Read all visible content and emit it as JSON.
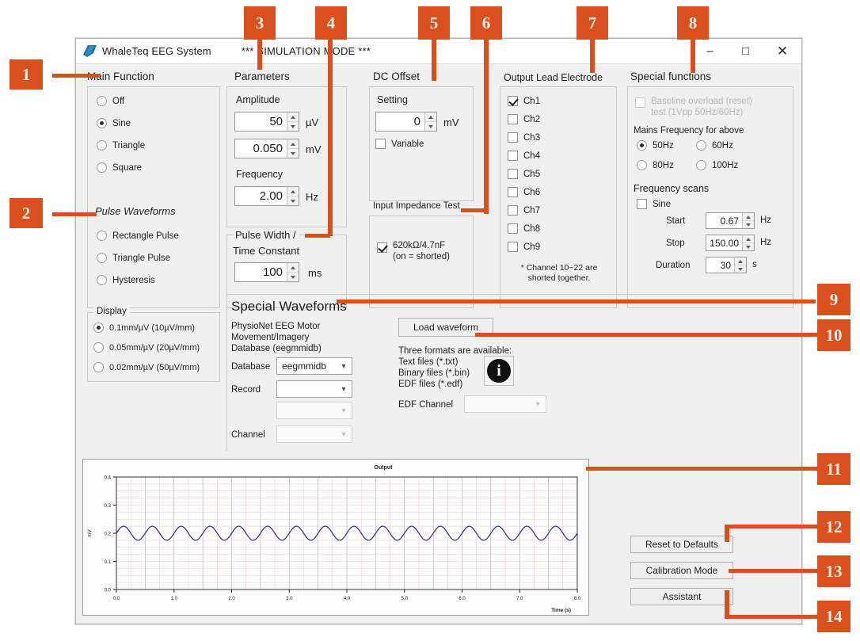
{
  "window": {
    "title": "WhaleTeq EEG System",
    "simulation_banner": "*** SIMULATION MODE ***",
    "minimize": "–",
    "maximize": "□",
    "close": "✕"
  },
  "accent_color": "#d9501e",
  "main_function": {
    "label": "Main Function",
    "options": [
      {
        "label": "Off",
        "selected": false
      },
      {
        "label": "Sine",
        "selected": true
      },
      {
        "label": "Triangle",
        "selected": false
      },
      {
        "label": "Square",
        "selected": false
      }
    ],
    "pulse_heading": "Pulse Waveforms",
    "pulse_options": [
      {
        "label": "Rectangle Pulse",
        "selected": false
      },
      {
        "label": "Triangle Pulse",
        "selected": false
      },
      {
        "label": "Hysteresis",
        "selected": false
      }
    ]
  },
  "display": {
    "label": "Display",
    "options": [
      {
        "label": "0.1mm/µV  (10µV/mm)",
        "selected": true
      },
      {
        "label": "0.05mm/µV (20µV/mm)",
        "selected": false
      },
      {
        "label": "0.02mm/µV (50µV/mm)",
        "selected": false
      }
    ]
  },
  "parameters": {
    "label": "Parameters",
    "amplitude_label": "Amplitude",
    "amplitude_uv": "50",
    "amplitude_uv_unit": "µV",
    "amplitude_mv": "0.050",
    "amplitude_mv_unit": "mV",
    "frequency_label": "Frequency",
    "frequency": "2.00",
    "frequency_unit": "Hz",
    "pulse_width_label_line1": "Pulse Width /",
    "pulse_width_label_line2": "Time Constant",
    "pulse_width": "100",
    "pulse_width_unit": "ms"
  },
  "dc_offset": {
    "label": "DC Offset",
    "setting_label": "Setting",
    "setting_value": "0",
    "setting_unit": "mV",
    "variable_label": "Variable",
    "variable_checked": false,
    "impedance_label": "Input Impedance Test",
    "impedance_option_line1": "620kΩ/4.7nF",
    "impedance_option_line2": "(on = shorted)",
    "impedance_checked": true
  },
  "output_lead": {
    "label": "Output Lead Electrode",
    "channels": [
      {
        "label": "Ch1",
        "checked": true
      },
      {
        "label": "Ch2",
        "checked": false
      },
      {
        "label": "Ch3",
        "checked": false
      },
      {
        "label": "Ch4",
        "checked": false
      },
      {
        "label": "Ch5",
        "checked": false
      },
      {
        "label": "Ch6",
        "checked": false
      },
      {
        "label": "Ch7",
        "checked": false
      },
      {
        "label": "Ch8",
        "checked": false
      },
      {
        "label": "Ch9",
        "checked": false
      }
    ],
    "note_line1": "* Channel 10~22 are",
    "note_line2": "shorted together."
  },
  "special_functions": {
    "label": "Special functions",
    "baseline_line1": "Baseline overload (reset)",
    "baseline_line2": "test (1Vpp 50Hz/60Hz)",
    "baseline_checked": false,
    "mains_label": "Mains Frequency for above",
    "mains_options": [
      {
        "label": "50Hz",
        "selected": true
      },
      {
        "label": "60Hz",
        "selected": false
      },
      {
        "label": "80Hz",
        "selected": false
      },
      {
        "label": "100Hz",
        "selected": false
      }
    ],
    "scans_label": "Frequency scans",
    "scan_sine_label": "Sine",
    "scan_sine_checked": false,
    "start_label": "Start",
    "start_value": "0.67",
    "start_unit": "Hz",
    "stop_label": "Stop",
    "stop_value": "150.00",
    "stop_unit": "Hz",
    "duration_label": "Duration",
    "duration_value": "30",
    "duration_unit": "s"
  },
  "special_waveforms": {
    "title": "Special Waveforms",
    "description": "PhysioNet EEG Motor\nMovement/Imagery\nDatabase (eegmmidb)",
    "database_label": "Database",
    "database_value": "eegmmidb",
    "record_label": "Record",
    "record_value": "",
    "extra_value": "",
    "channel_label": "Channel",
    "channel_value": "",
    "load_button": "Load waveform",
    "formats_text": "Three formats are available:\nText files (*.txt)\nBinary files (*.bin)\nEDF files (*.edf)",
    "info_icon_glyph": "i",
    "edf_channel_label": "EDF Channel",
    "edf_channel_value": ""
  },
  "buttons": {
    "reset": "Reset to Defaults",
    "calibration": "Calibration Mode",
    "assistant": "Assistant"
  },
  "callouts": [
    {
      "n": "1"
    },
    {
      "n": "2"
    },
    {
      "n": "3"
    },
    {
      "n": "4"
    },
    {
      "n": "5"
    },
    {
      "n": "6"
    },
    {
      "n": "7"
    },
    {
      "n": "8"
    },
    {
      "n": "9"
    },
    {
      "n": "10"
    },
    {
      "n": "11"
    },
    {
      "n": "12"
    },
    {
      "n": "13"
    },
    {
      "n": "14"
    }
  ],
  "chart_data": {
    "type": "line",
    "title": "Output",
    "xlabel": "Time (s)",
    "ylabel": "mV",
    "xlim": [
      0.0,
      8.0
    ],
    "ylim": [
      0.0,
      0.4
    ],
    "xticks": [
      "0.0",
      "1.0",
      "2.0",
      "3.0",
      "4.0",
      "5.0",
      "6.0",
      "7.0",
      "8.0"
    ],
    "yticks": [
      "0.0",
      "0.1",
      "0.2",
      "0.3",
      "0.4"
    ],
    "grid": true,
    "grid_color": "#f2c9c9",
    "series": [
      {
        "name": "Output",
        "color": "#3a3a8c",
        "waveform": "sine",
        "offset_mv": 0.2,
        "amplitude_mv": 0.025,
        "frequency_hz": 2.0,
        "phase_deg": 0
      }
    ]
  }
}
